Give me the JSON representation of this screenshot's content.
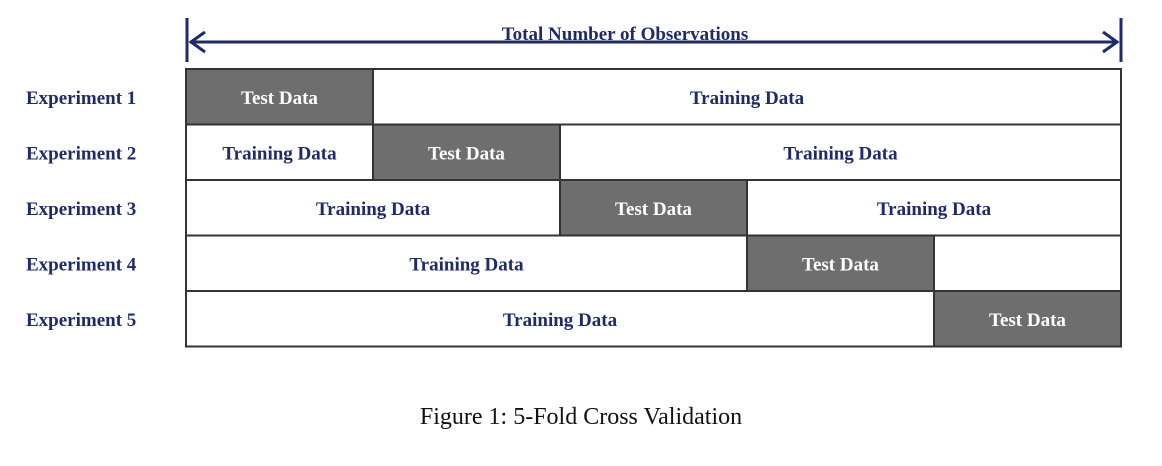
{
  "header": {
    "title": "Total Number of Observations"
  },
  "experiments": [
    {
      "label": "Experiment 1",
      "segments": [
        {
          "type": "test",
          "start": 0,
          "end": 1,
          "label": "Test Data"
        },
        {
          "type": "train",
          "start": 1,
          "end": 5,
          "label": "Training Data"
        }
      ]
    },
    {
      "label": "Experiment 2",
      "segments": [
        {
          "type": "train",
          "start": 0,
          "end": 1,
          "label": "Training Data"
        },
        {
          "type": "test",
          "start": 1,
          "end": 2,
          "label": "Test Data"
        },
        {
          "type": "train",
          "start": 2,
          "end": 5,
          "label": "Training Data"
        }
      ]
    },
    {
      "label": "Experiment 3",
      "segments": [
        {
          "type": "train",
          "start": 0,
          "end": 2,
          "label": "Training Data"
        },
        {
          "type": "test",
          "start": 2,
          "end": 3,
          "label": "Test Data"
        },
        {
          "type": "train",
          "start": 3,
          "end": 5,
          "label": "Training Data"
        }
      ]
    },
    {
      "label": "Experiment 4",
      "segments": [
        {
          "type": "train",
          "start": 0,
          "end": 3,
          "label": "Training Data"
        },
        {
          "type": "test",
          "start": 3,
          "end": 4,
          "label": "Test Data"
        },
        {
          "type": "train",
          "start": 4,
          "end": 5,
          "label": ""
        }
      ]
    },
    {
      "label": "Experiment 5",
      "segments": [
        {
          "type": "train",
          "start": 0,
          "end": 4,
          "label": "Training Data"
        },
        {
          "type": "test",
          "start": 4,
          "end": 5,
          "label": "Test Data"
        }
      ]
    }
  ],
  "colors": {
    "test": "#6e6e6e",
    "train": "#ffffff",
    "border": "#333333",
    "text": "#1f2a6b"
  },
  "caption": "Figure 1: 5-Fold Cross Validation"
}
